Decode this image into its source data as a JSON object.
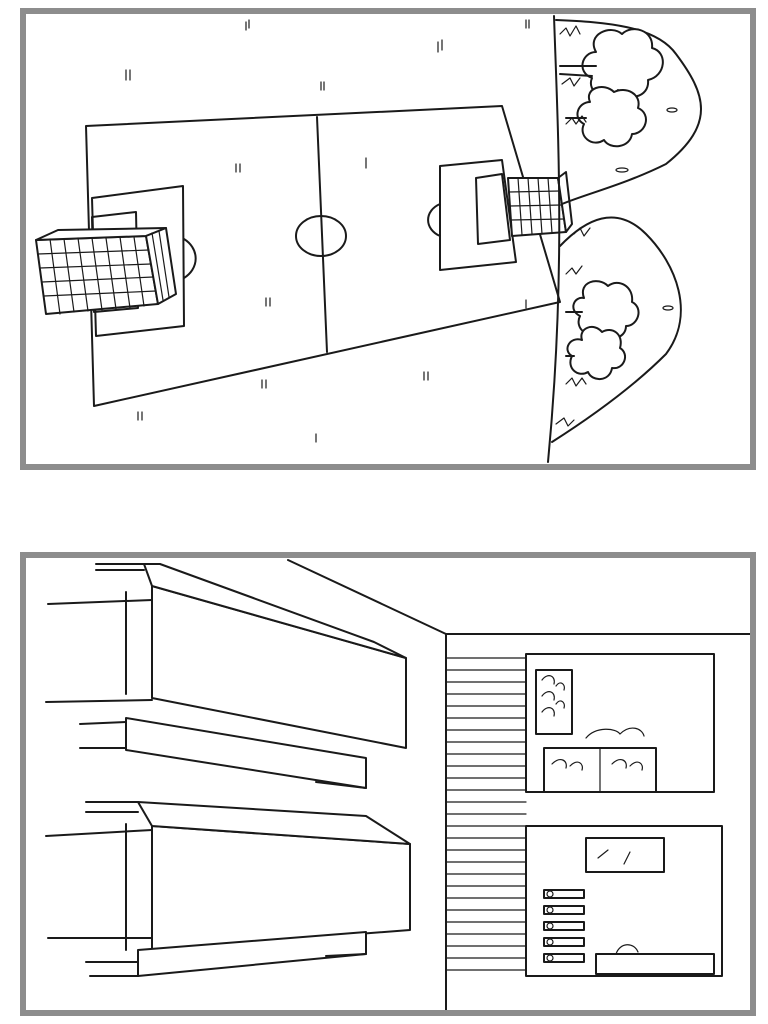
{
  "illustrations": [
    {
      "id": "outdoor-scene",
      "subject": "soccer-field",
      "elements": [
        "soccer-field",
        "goal-left",
        "goal-right",
        "center-circle",
        "hills",
        "trees",
        "grass-tufts"
      ]
    },
    {
      "id": "indoor-scene",
      "subject": "tables-and-room",
      "elements": [
        "long-table",
        "long-table",
        "bench",
        "bench",
        "staircase",
        "shelf",
        "kitchen-counter",
        "window",
        "wall-pegs",
        "bed"
      ]
    }
  ],
  "colors": {
    "ink": "#1a1a1a",
    "frame": "#8d8d8d",
    "paper": "#ffffff"
  }
}
